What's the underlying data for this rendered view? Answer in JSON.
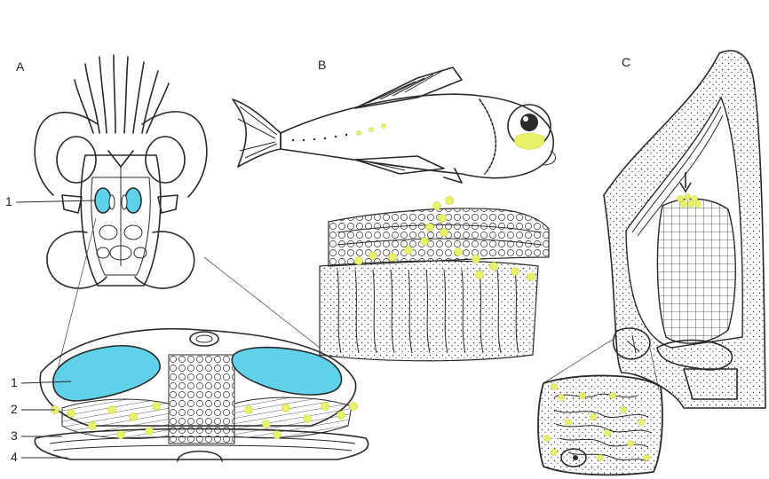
{
  "panels": [
    {
      "id": "A",
      "label": "A"
    },
    {
      "id": "B",
      "label": "B"
    },
    {
      "id": "C",
      "label": "C"
    }
  ],
  "callouts": [
    {
      "id": "1-top",
      "label": "1"
    },
    {
      "id": "1",
      "label": "1"
    },
    {
      "id": "2",
      "label": "2"
    },
    {
      "id": "3",
      "label": "3"
    },
    {
      "id": "4",
      "label": "4"
    }
  ],
  "colors": {
    "ink": "#2a2a2a",
    "luminous_organ": "#5fd1e8",
    "bacteria": "#e8f26a",
    "background": "#ffffff"
  }
}
